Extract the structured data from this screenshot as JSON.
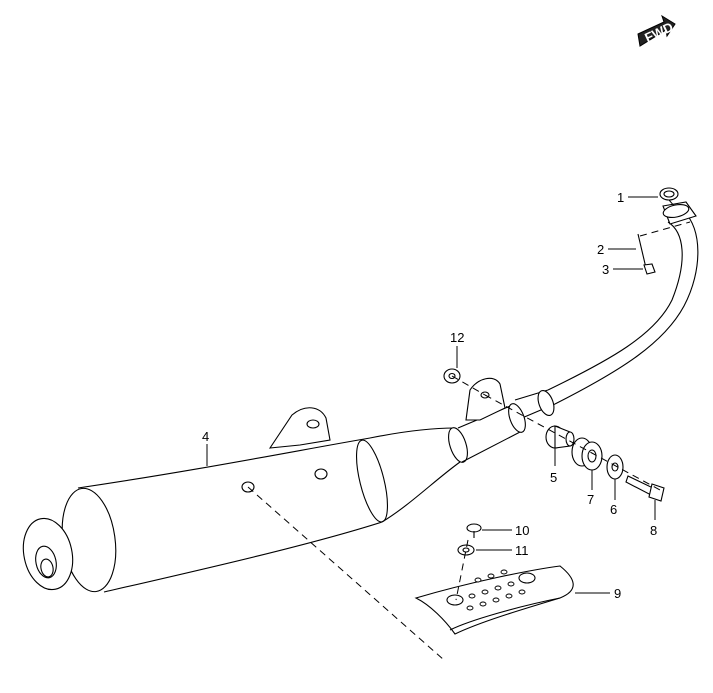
{
  "fwd_badge": {
    "text": "FWD"
  },
  "callouts": [
    {
      "id": "1",
      "label": "1"
    },
    {
      "id": "2",
      "label": "2"
    },
    {
      "id": "3",
      "label": "3"
    },
    {
      "id": "4",
      "label": "4"
    },
    {
      "id": "5",
      "label": "5"
    },
    {
      "id": "6",
      "label": "6"
    },
    {
      "id": "7",
      "label": "7"
    },
    {
      "id": "8",
      "label": "8"
    },
    {
      "id": "9",
      "label": "9"
    },
    {
      "id": "10",
      "label": "10"
    },
    {
      "id": "11",
      "label": "11"
    },
    {
      "id": "12",
      "label": "12"
    }
  ]
}
